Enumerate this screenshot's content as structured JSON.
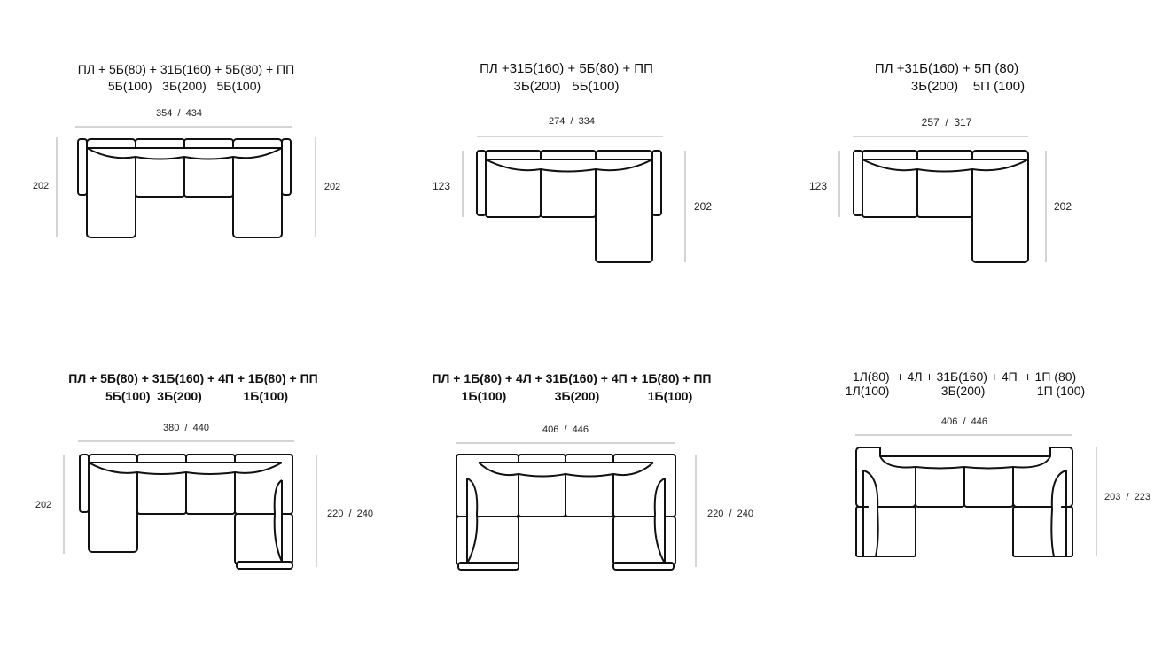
{
  "configs": [
    {
      "line1": "ПЛ + 5Б(80) + 31Б(160) + 5Б(80) + ПП",
      "line2": "5Б(100)   3Б(200)   5Б(100)",
      "width": "354  /  434",
      "left_depth": "202",
      "right_depth": "202"
    },
    {
      "line1": "ПЛ +31Б(160) + 5Б(80) + ПП",
      "line2": "3Б(200)   5Б(100)",
      "width": "274  /  334",
      "left_depth": "123",
      "right_depth": "202"
    },
    {
      "line1": "ПЛ +31Б(160) + 5П (80)",
      "line2": "3Б(200)    5П (100)",
      "width": "257  /  317",
      "left_depth": "123",
      "right_depth": "202"
    },
    {
      "line1": "ПЛ + 5Б(80) + 31Б(160) + 4П + 1Б(80) + ПП",
      "line2": "5Б(100)  3Б(200)            1Б(100)",
      "width": "380  /  440",
      "left_depth": "202",
      "right_depth": "220  /  240"
    },
    {
      "line1": "ПЛ + 1Б(80) + 4Л + 31Б(160) + 4П + 1Б(80) + ПП",
      "line2": "1Б(100)              3Б(200)              1Б(100)",
      "width": "406  /  446",
      "right_depth": "220  /  240"
    },
    {
      "line1": "1Л(80)  + 4Л + 31Б(160) + 4П  + 1П (80)",
      "line2": "1Л(100)               3Б(200)               1П (100)",
      "width": "406  /  446",
      "right_depth": "203  /  223"
    }
  ]
}
